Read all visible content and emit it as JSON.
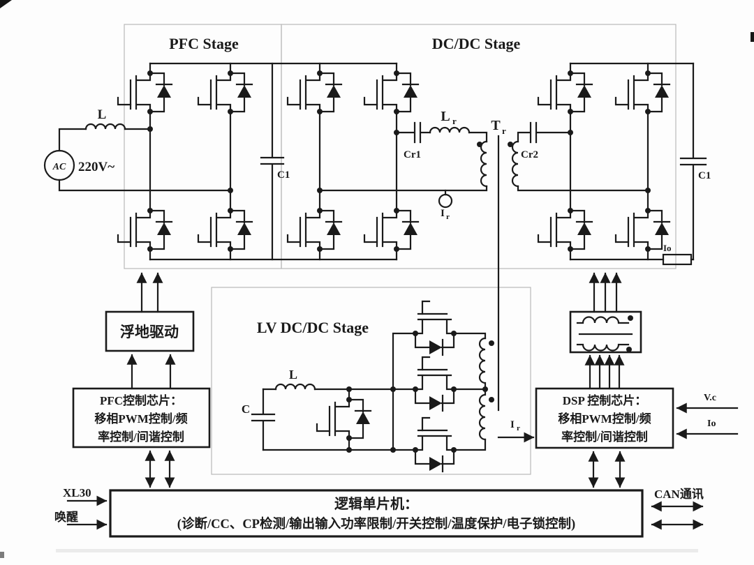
{
  "titles": {
    "pfc": "PFC Stage",
    "dcdc": "DC/DC Stage",
    "lv": "LV DC/DC Stage"
  },
  "source": {
    "label": "AC",
    "voltage": "220V~"
  },
  "labels": {
    "input_inductor": "L",
    "bus_cap": "C1",
    "cr1": "Cr1",
    "lr_base": "L",
    "lr_sub": "r",
    "tr_base": "T",
    "tr_sub": "r",
    "ir_sense_base": "I",
    "ir_sense_sub": "r",
    "cr2": "Cr2",
    "out_cap": "C1",
    "out_shunt": "Io",
    "lv_cap": "C",
    "lv_inductor": "L",
    "ir_out_base": "I",
    "ir_out_sub": "r"
  },
  "blocks": {
    "float_drive": "浮地驱动",
    "pfc_ctrl": {
      "l1": "PFC控制芯片：",
      "l2": "移相PWM控制/频",
      "l3": "率控制/间谐控制"
    },
    "dsp_ctrl": {
      "l1": "DSP 控制芯片：",
      "l2": "移相PWM控制/频",
      "l3": "率控制/间谐控制"
    },
    "logic": {
      "l1": "逻辑单片机：",
      "l2": "(诊断/CC、CP检测/输出输入功率限制/开关控制/温度保护/电子锁控制)"
    }
  },
  "signals": {
    "vc": "V.c",
    "io": "Io",
    "xl30": "XL30",
    "wake": "唤醒",
    "can": "CAN通讯"
  },
  "colors": {
    "ink": "#1a1a1a",
    "stage_border": "#b9b9b9",
    "background": "#fdfdfd"
  }
}
